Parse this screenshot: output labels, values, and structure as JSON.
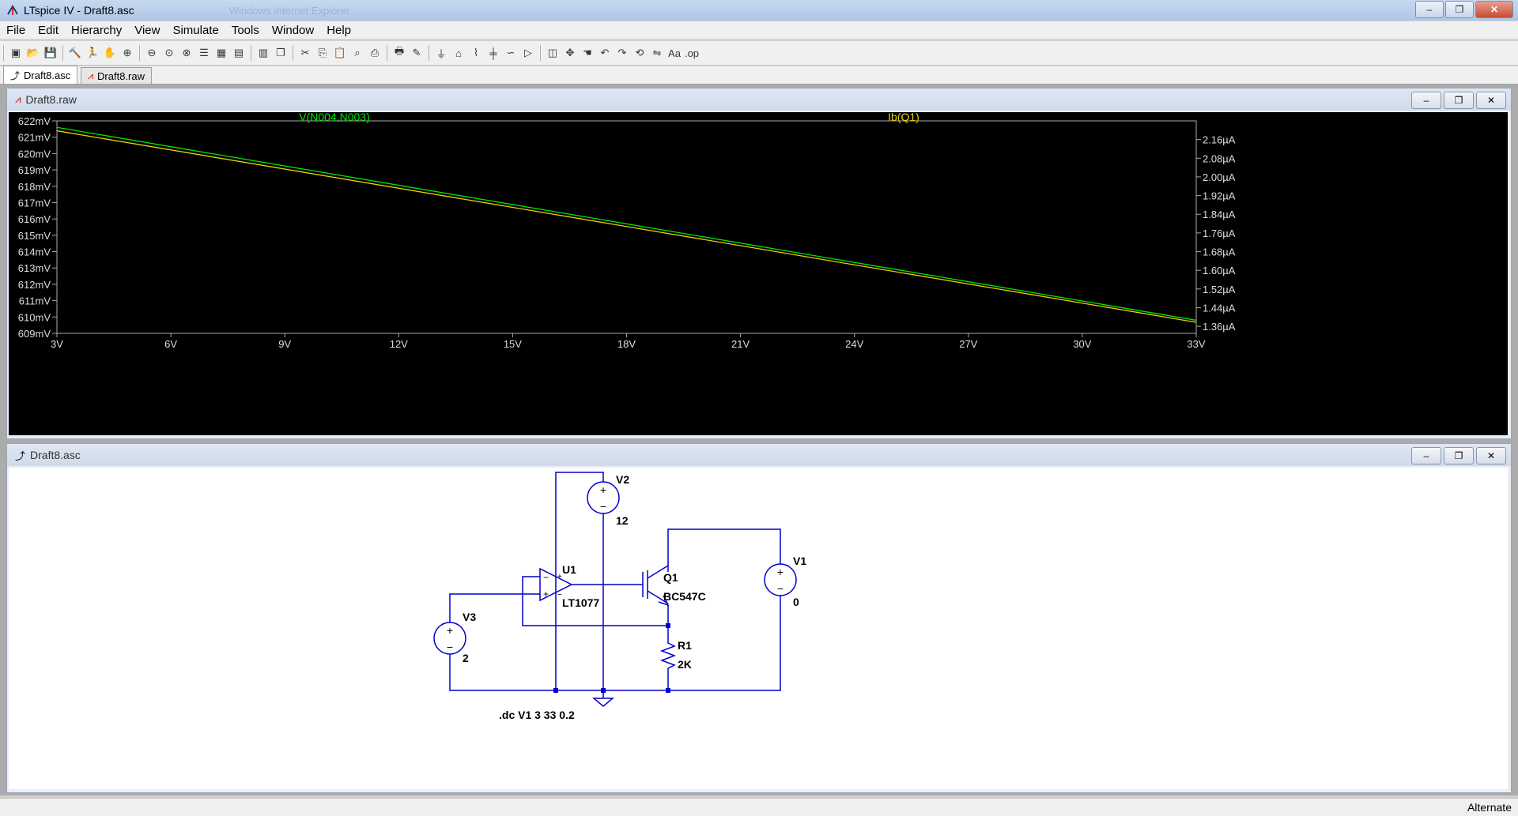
{
  "window": {
    "title": "LTspice IV - Draft8.asc",
    "ghost_title": "Windows Internet Explorer",
    "min": "–",
    "max": "❐",
    "close": "✕"
  },
  "menu": [
    "File",
    "Edit",
    "Hierarchy",
    "View",
    "Simulate",
    "Tools",
    "Window",
    "Help"
  ],
  "toolbar_icons": [
    "new-schematic-icon",
    "open-icon",
    "save-icon",
    "control-panel-icon",
    "run-icon",
    "halt-icon",
    "zoom-in-icon",
    "zoom-out-icon",
    "zoom-fit-icon",
    "zoom-cancel-icon",
    "autorange-icon",
    "grid-icon",
    "tile-h-icon",
    "tile-v-icon",
    "cascade-icon",
    "cut-icon",
    "copy-icon",
    "paste-icon",
    "find-icon",
    "print-setup-icon",
    "print-icon",
    "wire-icon",
    "ground-icon",
    "label-icon",
    "resistor-icon",
    "capacitor-icon",
    "inductor-icon",
    "diode-icon",
    "component-icon",
    "move-icon",
    "drag-icon",
    "undo-icon",
    "redo-icon",
    "rotate-icon",
    "mirror-icon",
    "text-icon",
    "spice-directive-icon"
  ],
  "tabs": [
    {
      "label": "Draft8.asc",
      "active": true
    },
    {
      "label": "Draft8.raw",
      "active": false
    }
  ],
  "plot_window": {
    "title": "Draft8.raw"
  },
  "schematic_window": {
    "title": "Draft8.asc"
  },
  "chart_data": {
    "type": "line",
    "x": [
      3,
      33
    ],
    "xlim": [
      3,
      33
    ],
    "xticks": [
      "3V",
      "6V",
      "9V",
      "12V",
      "15V",
      "18V",
      "21V",
      "24V",
      "27V",
      "30V",
      "33V"
    ],
    "left_ticks": [
      "622mV",
      "621mV",
      "620mV",
      "619mV",
      "618mV",
      "617mV",
      "616mV",
      "615mV",
      "614mV",
      "613mV",
      "612mV",
      "611mV",
      "610mV",
      "609mV"
    ],
    "right_ticks": [
      "2.16µA",
      "2.08µA",
      "2.00µA",
      "1.92µA",
      "1.84µA",
      "1.76µA",
      "1.68µA",
      "1.60µA",
      "1.52µA",
      "1.44µA",
      "1.36µA"
    ],
    "ylim_left": [
      609,
      622
    ],
    "ylim_right": [
      1.33,
      2.24
    ],
    "series": [
      {
        "name": "V(N004,N003)",
        "color": "#00e600",
        "axis": "left",
        "x": [
          3,
          33
        ],
        "values": [
          621.6,
          609.8
        ]
      },
      {
        "name": "Ib(Q1)",
        "color": "#e6d200",
        "axis": "right",
        "x": [
          3,
          33
        ],
        "values": [
          2.1975,
          1.3775
        ]
      }
    ],
    "grid": false,
    "background": "#000000"
  },
  "schematic": {
    "v2": {
      "name": "V2",
      "value": "12"
    },
    "v1": {
      "name": "V1",
      "value": "0"
    },
    "v3": {
      "name": "V3",
      "value": "2"
    },
    "u1": {
      "name": "U1",
      "model": "LT1077"
    },
    "q1": {
      "name": "Q1",
      "model": "BC547C"
    },
    "r1": {
      "name": "R1",
      "value": "2K"
    },
    "directive": ".dc V1 3 33 0.2",
    "plus": "+",
    "minus": "−",
    "wire_color": "#0000cc"
  },
  "status": {
    "text": "Alternate"
  }
}
